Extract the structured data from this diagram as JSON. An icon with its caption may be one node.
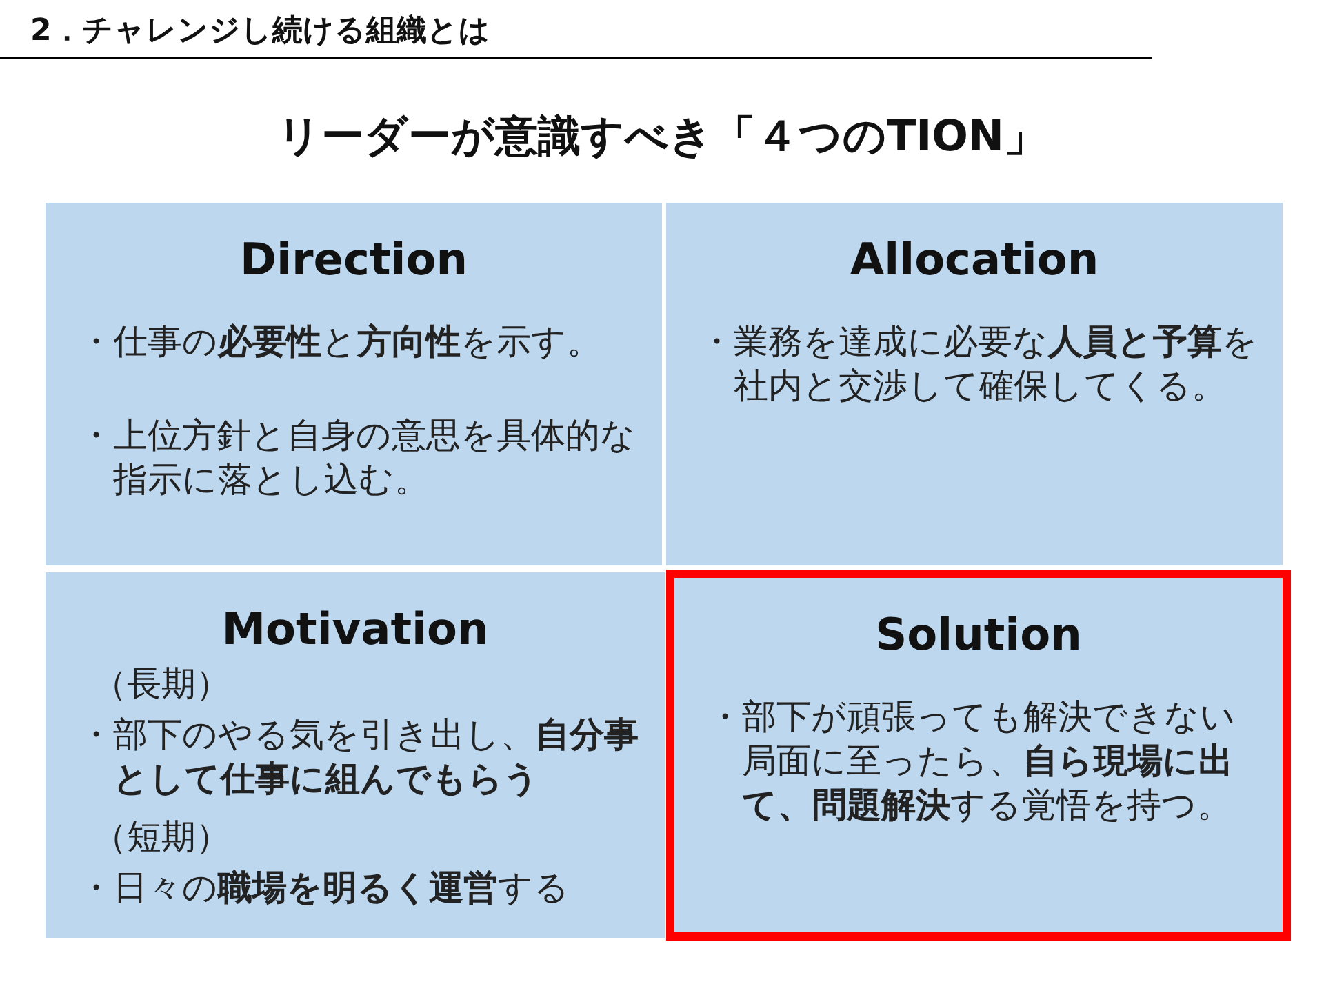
{
  "diagram": {
    "title": "リーダーが意識すべき「４つのTION」",
    "nodes": [
      {
        "text": [
          "Direction",
          "・仕事の**必要性**と**方向性**を示す。",
          "・上位方針と自身の意思を具体的な指示に落とし込む。"
        ]
      },
      {
        "text": [
          "Allocation",
          "・業務を達成に必要な**人員と予算**を社内と交渉して確保してくる。"
        ]
      },
      {
        "text": [
          "Motivation",
          "（長期）",
          "・部下のやる気を引き出し、**自分事として仕事に組んでもらう**",
          "（短期）",
          "・日々の**職場を明るく運営**する"
        ]
      },
      {
        "text": [],
        "shape": "box"
      },
      {
        "text": [
          "Solution",
          "・部下が頑張っても解決できない局面に至ったら、**自ら現場に出て、問題解決**する覚悟を持つ。"
        ],
        "in": 3
      }
    ],
    "labels": [
      "2．チャレンジし続ける組織とは"
    ]
  }
}
